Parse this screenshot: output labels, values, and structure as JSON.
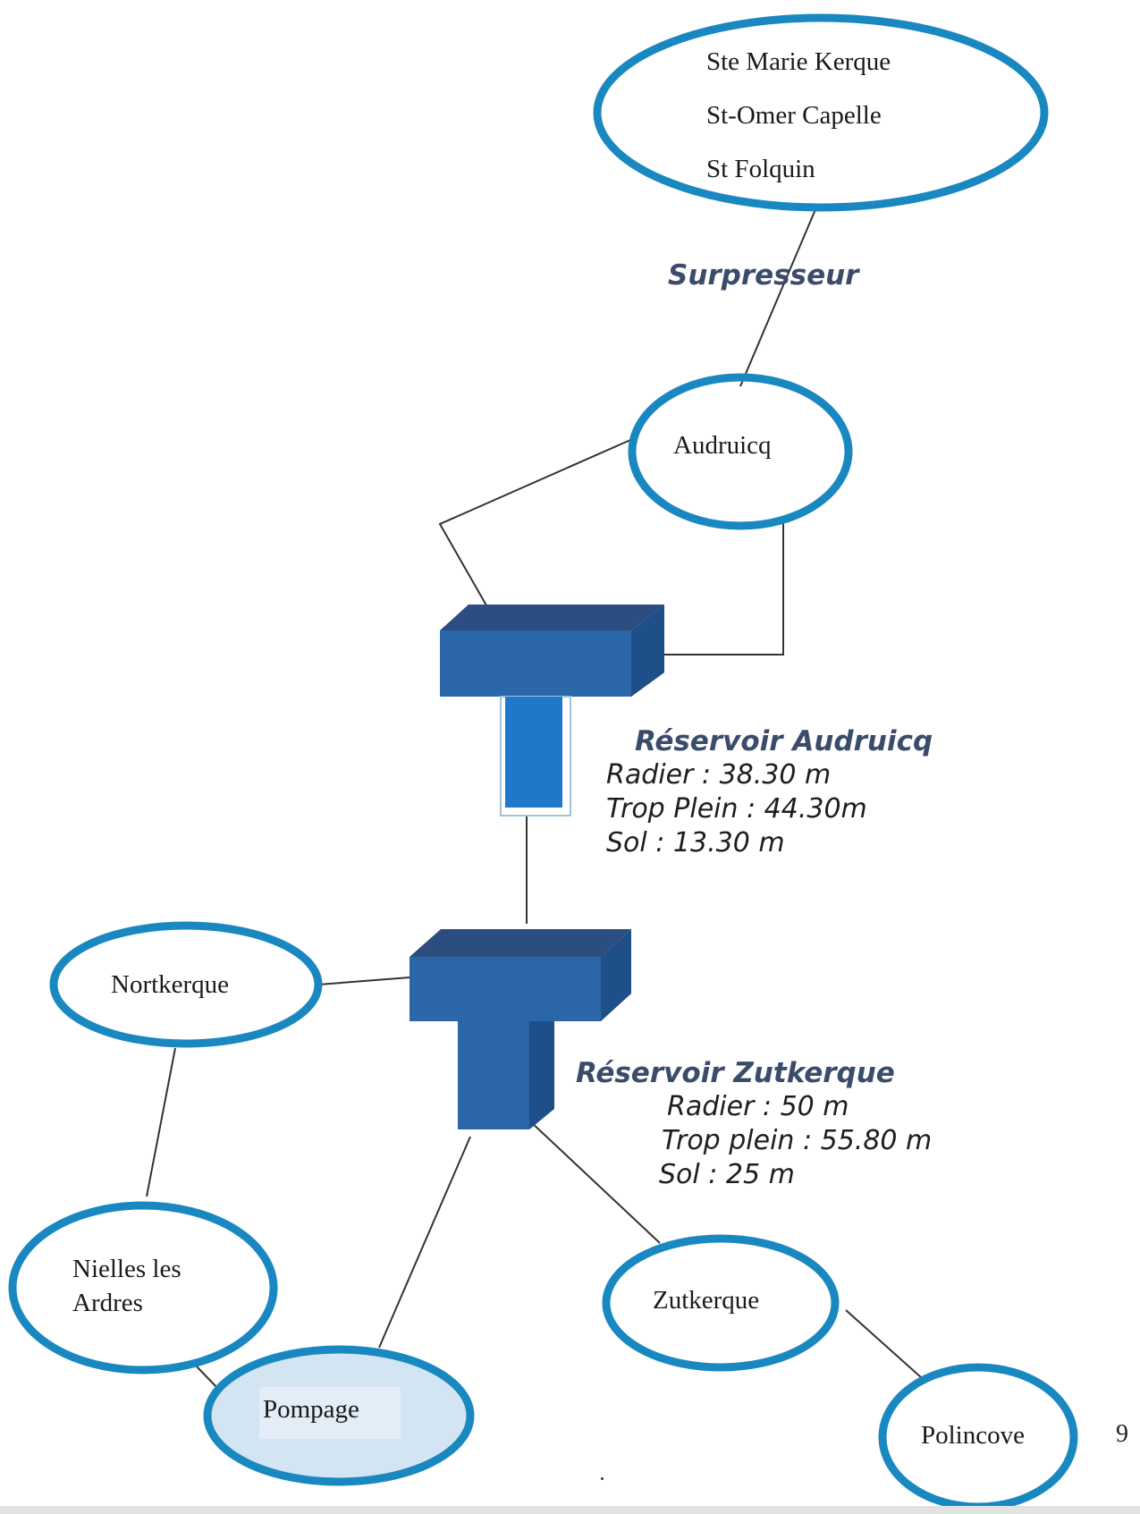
{
  "nodes": {
    "top_towns": [
      "Ste Marie Kerque",
      "St-Omer Capelle",
      "St Folquin"
    ],
    "audruicq": "Audruicq",
    "nortkerque": "Nortkerque",
    "nielles": [
      "Nielles les",
      "Ardres"
    ],
    "pompage": "Pompage",
    "zutkerque": "Zutkerque",
    "polincove": "Polincove"
  },
  "labels": {
    "surpresseur": "Surpresseur",
    "reservoir_audruicq": {
      "title": "Réservoir Audruicq",
      "radier": "Radier : 38.30 m",
      "trop_plein": "Trop Plein : 44.30m",
      "sol": "Sol : 13.30 m"
    },
    "reservoir_zutkerque": {
      "title": "Réservoir Zutkerque",
      "radier": "Radier : 50 m",
      "trop_plein": "Trop plein : 55.80 m",
      "sol": "Sol : 25 m"
    }
  },
  "page_number": "9",
  "colors": {
    "ellipse_stroke": "#1a88c0",
    "tank_top": "#2c4d80",
    "tank_front": "#2b67a8",
    "tank_side": "#1e4f88",
    "pompage_fill": "#d3e4f3"
  }
}
